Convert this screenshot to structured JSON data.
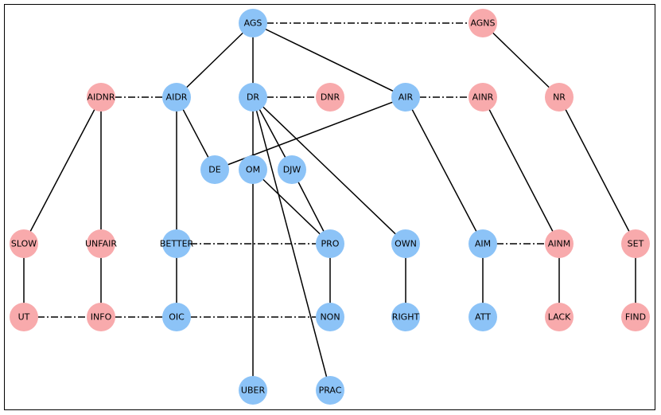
{
  "colors": {
    "blue": "#8cc3f7",
    "red": "#f8aaac",
    "edge": "#000000"
  },
  "nodes": [
    {
      "id": "AGS",
      "label": "AGS",
      "color": "blue"
    },
    {
      "id": "AGNS",
      "label": "AGNS",
      "color": "red"
    },
    {
      "id": "AIDNR",
      "label": "AIDNR",
      "color": "red"
    },
    {
      "id": "AIDR",
      "label": "AIDR",
      "color": "blue"
    },
    {
      "id": "DR",
      "label": "DR",
      "color": "blue"
    },
    {
      "id": "DNR",
      "label": "DNR",
      "color": "red"
    },
    {
      "id": "AIR",
      "label": "AIR",
      "color": "blue"
    },
    {
      "id": "AINR",
      "label": "AINR",
      "color": "red"
    },
    {
      "id": "NR",
      "label": "NR",
      "color": "red"
    },
    {
      "id": "DE",
      "label": "DE",
      "color": "blue"
    },
    {
      "id": "OM",
      "label": "OM",
      "color": "blue"
    },
    {
      "id": "DJW",
      "label": "DJW",
      "color": "blue"
    },
    {
      "id": "SLOW",
      "label": "SLOW",
      "color": "red"
    },
    {
      "id": "UNFAIR",
      "label": "UNFAIR",
      "color": "red"
    },
    {
      "id": "BETTER",
      "label": "BETTER",
      "color": "blue"
    },
    {
      "id": "PRO",
      "label": "PRO",
      "color": "blue"
    },
    {
      "id": "OWN",
      "label": "OWN",
      "color": "blue"
    },
    {
      "id": "AIM",
      "label": "AIM",
      "color": "blue"
    },
    {
      "id": "AINM",
      "label": "AINM",
      "color": "red"
    },
    {
      "id": "SET",
      "label": "SET",
      "color": "red"
    },
    {
      "id": "UT",
      "label": "UT",
      "color": "red"
    },
    {
      "id": "INFO",
      "label": "INFO",
      "color": "red"
    },
    {
      "id": "OIC",
      "label": "OIC",
      "color": "blue"
    },
    {
      "id": "NON",
      "label": "NON",
      "color": "blue"
    },
    {
      "id": "RIGHT",
      "label": "RIGHT",
      "color": "blue"
    },
    {
      "id": "ATT",
      "label": "ATT",
      "color": "blue"
    },
    {
      "id": "LACK",
      "label": "LACK",
      "color": "red"
    },
    {
      "id": "FIND",
      "label": "FIND",
      "color": "red"
    },
    {
      "id": "UBER",
      "label": "UBER",
      "color": "blue"
    },
    {
      "id": "PRAC",
      "label": "PRAC",
      "color": "blue"
    }
  ],
  "edges": [
    {
      "from": "AGS",
      "to": "AGNS",
      "style": "dashdot"
    },
    {
      "from": "AGS",
      "to": "AIDR",
      "style": "solid"
    },
    {
      "from": "AGS",
      "to": "DR",
      "style": "solid"
    },
    {
      "from": "AGS",
      "to": "AIR",
      "style": "solid"
    },
    {
      "from": "AGNS",
      "to": "NR",
      "style": "solid"
    },
    {
      "from": "AIDNR",
      "to": "AIDR",
      "style": "dashdot"
    },
    {
      "from": "DR",
      "to": "DNR",
      "style": "dashdot"
    },
    {
      "from": "AIR",
      "to": "AINR",
      "style": "dashdot"
    },
    {
      "from": "AIDNR",
      "to": "SLOW",
      "style": "solid"
    },
    {
      "from": "AIDNR",
      "to": "UNFAIR",
      "style": "solid"
    },
    {
      "from": "AIDR",
      "to": "DE",
      "style": "solid"
    },
    {
      "from": "AIDR",
      "to": "BETTER",
      "style": "solid"
    },
    {
      "from": "AIR",
      "to": "DE",
      "style": "solid"
    },
    {
      "from": "AIR",
      "to": "AIM",
      "style": "solid"
    },
    {
      "from": "DR",
      "to": "OM",
      "style": "solid"
    },
    {
      "from": "DR",
      "to": "DJW",
      "style": "solid"
    },
    {
      "from": "DR",
      "to": "OWN",
      "style": "solid"
    },
    {
      "from": "DR",
      "to": "PRAC",
      "style": "solid"
    },
    {
      "from": "AINR",
      "to": "AINM",
      "style": "solid"
    },
    {
      "from": "NR",
      "to": "SET",
      "style": "solid"
    },
    {
      "from": "OM",
      "to": "PRO",
      "style": "solid"
    },
    {
      "from": "OM",
      "to": "UBER",
      "style": "solid"
    },
    {
      "from": "DJW",
      "to": "PRO",
      "style": "solid"
    },
    {
      "from": "BETTER",
      "to": "PRO",
      "style": "dashdot"
    },
    {
      "from": "AIM",
      "to": "AINM",
      "style": "dashdot"
    },
    {
      "from": "SLOW",
      "to": "UT",
      "style": "solid"
    },
    {
      "from": "UNFAIR",
      "to": "INFO",
      "style": "solid"
    },
    {
      "from": "BETTER",
      "to": "OIC",
      "style": "solid"
    },
    {
      "from": "PRO",
      "to": "NON",
      "style": "solid"
    },
    {
      "from": "OWN",
      "to": "RIGHT",
      "style": "solid"
    },
    {
      "from": "AIM",
      "to": "ATT",
      "style": "solid"
    },
    {
      "from": "AINM",
      "to": "LACK",
      "style": "solid"
    },
    {
      "from": "SET",
      "to": "FIND",
      "style": "solid"
    },
    {
      "from": "UT",
      "to": "INFO",
      "style": "dashdot"
    },
    {
      "from": "INFO",
      "to": "OIC",
      "style": "dashdot"
    },
    {
      "from": "OIC",
      "to": "NON",
      "style": "dashdot"
    }
  ]
}
